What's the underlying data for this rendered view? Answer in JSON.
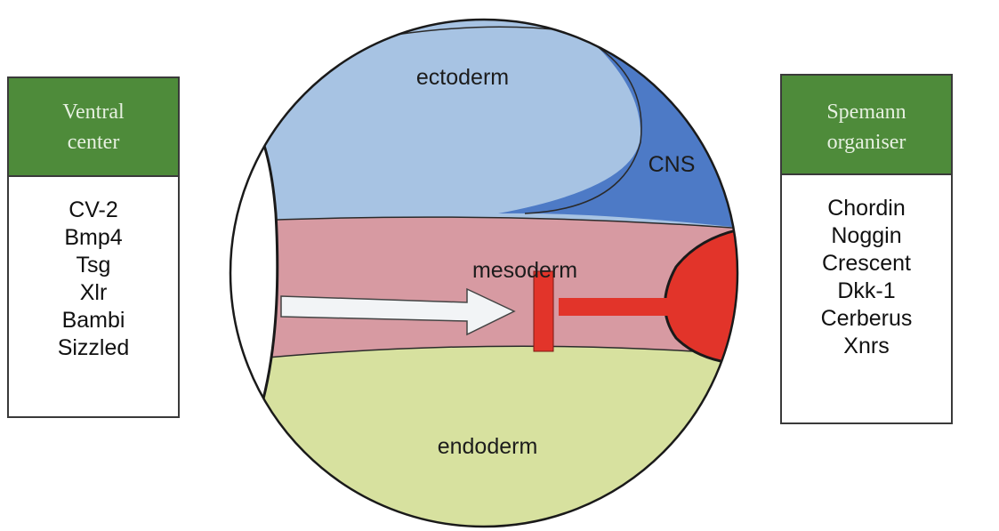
{
  "background_text": [],
  "ventral_center": {
    "header_lines": [
      "Ventral",
      "center"
    ],
    "items": [
      "CV-2",
      "Bmp4",
      "Tsg",
      "Xlr",
      "Bambi",
      "Sizzled"
    ]
  },
  "spemann_organiser": {
    "header_lines": [
      "Spemann",
      "organiser"
    ],
    "items": [
      "Chordin",
      "Noggin",
      "Crescent",
      "Dkk-1",
      "Cerberus",
      "Xnrs"
    ]
  },
  "regions": {
    "ectoderm": "ectoderm",
    "cns": "CNS",
    "mesoderm": "mesoderm",
    "endoderm": "endoderm"
  },
  "colors": {
    "ectoderm": "#a7c3e3",
    "cns": "#4d7ac6",
    "mesoderm": "#d79aa2",
    "endoderm": "#d7e19f",
    "organiser": "#e2342a",
    "header_green": "#4e8b3a"
  }
}
